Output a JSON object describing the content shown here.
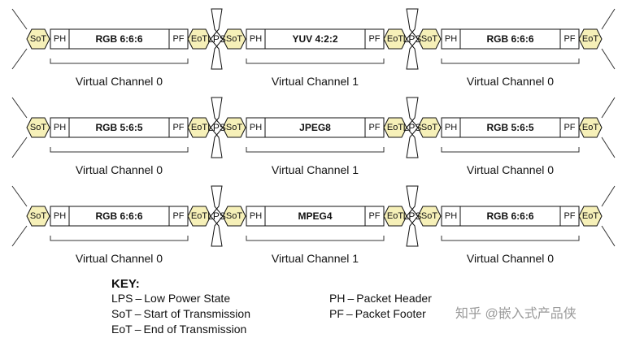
{
  "colors": {
    "sot_eot_fill": "#f6f0b8",
    "outline": "#111111",
    "line": "#333333",
    "watermark": "#9a9a9a"
  },
  "rows": [
    {
      "packets": [
        {
          "sot": "SoT",
          "ph": "PH",
          "payload": "RGB 6:6:6",
          "pf": "PF",
          "eot": "EoT",
          "channel": "Virtual Channel 0"
        },
        {
          "sot": "SoT",
          "ph": "PH",
          "payload": "YUV 4:2:2",
          "pf": "PF",
          "eot": "EoT",
          "channel": "Virtual Channel 1"
        },
        {
          "sot": "SoT",
          "ph": "PH",
          "payload": "RGB 6:6:6",
          "pf": "PF",
          "eot": "EoT",
          "channel": "Virtual Channel 0"
        }
      ],
      "lps": [
        "LPS",
        "LPS"
      ]
    },
    {
      "packets": [
        {
          "sot": "SoT",
          "ph": "PH",
          "payload": "RGB 5:6:5",
          "pf": "PF",
          "eot": "EoT",
          "channel": "Virtual Channel 0"
        },
        {
          "sot": "SoT",
          "ph": "PH",
          "payload": "JPEG8",
          "pf": "PF",
          "eot": "EoT",
          "channel": "Virtual Channel 1"
        },
        {
          "sot": "SoT",
          "ph": "PH",
          "payload": "RGB 5:6:5",
          "pf": "PF",
          "eot": "EoT",
          "channel": "Virtual Channel 0"
        }
      ],
      "lps": [
        "LPS",
        "LPS"
      ]
    },
    {
      "packets": [
        {
          "sot": "SoT",
          "ph": "PH",
          "payload": "RGB 6:6:6",
          "pf": "PF",
          "eot": "EoT",
          "channel": "Virtual Channel 0"
        },
        {
          "sot": "SoT",
          "ph": "PH",
          "payload": "MPEG4",
          "pf": "PF",
          "eot": "EoT",
          "channel": "Virtual Channel 1"
        },
        {
          "sot": "SoT",
          "ph": "PH",
          "payload": "RGB 6:6:6",
          "pf": "PF",
          "eot": "EoT",
          "channel": "Virtual Channel 0"
        }
      ],
      "lps": [
        "LPS",
        "LPS"
      ]
    }
  ],
  "key": {
    "title": "KEY:",
    "entries": [
      {
        "abbr": "LPS",
        "dash": "–",
        "meaning": "Low Power State"
      },
      {
        "abbr": "SoT",
        "dash": "–",
        "meaning": "Start of Transmission"
      },
      {
        "abbr": "EoT",
        "dash": "–",
        "meaning": "End of Transmission"
      },
      {
        "abbr": "PH",
        "dash": "–",
        "meaning": "Packet Header"
      },
      {
        "abbr": "PF",
        "dash": "–",
        "meaning": "Packet Footer"
      }
    ]
  },
  "watermark": "知乎 @嵌入式产品侠"
}
